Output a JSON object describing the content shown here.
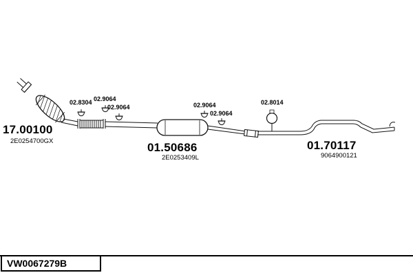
{
  "diagram": {
    "parts": [
      {
        "number": "17.00100",
        "code": "2E0254700GX"
      },
      {
        "number": "01.50686",
        "code": "2E0253409L"
      },
      {
        "number": "01.70117",
        "code": "9064900121"
      }
    ],
    "clamps": [
      {
        "number": "02.8304"
      },
      {
        "number": "02.9064"
      },
      {
        "number": "02.9064"
      },
      {
        "number": "02.9064"
      },
      {
        "number": "02.9064"
      },
      {
        "number": "02.8014"
      }
    ]
  },
  "footer": {
    "reference": "VW0067279B"
  },
  "colors": {
    "line": "#111111",
    "background": "#ffffff"
  }
}
